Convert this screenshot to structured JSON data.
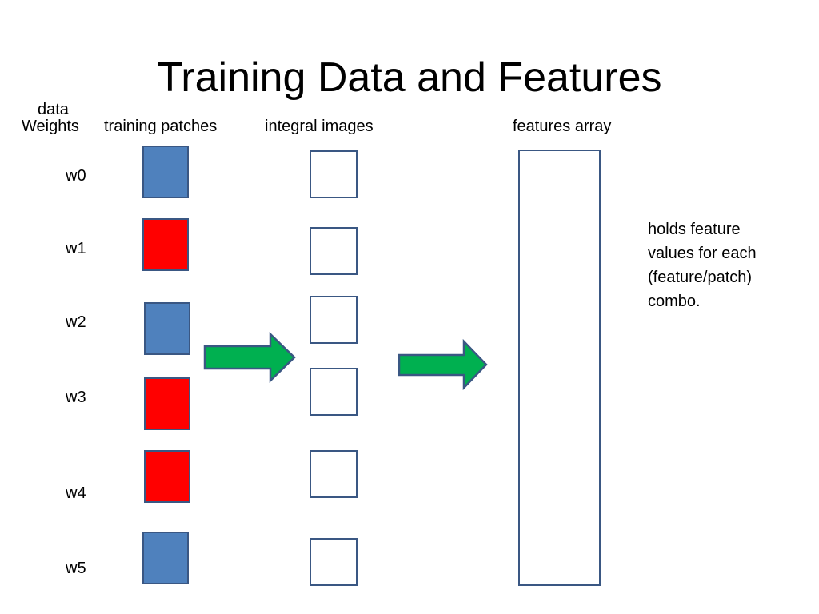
{
  "title": "Training Data and Features",
  "headers": {
    "weights_top": "data",
    "weights": "Weights",
    "patches": "training patches",
    "integral": "integral images",
    "features": "features array"
  },
  "weights": [
    "w0",
    "w1",
    "w2",
    "w3",
    "w4",
    "w5"
  ],
  "patches": [
    {
      "label": "w0",
      "color": "#4f81bd"
    },
    {
      "label": "w1",
      "color": "#ff0000"
    },
    {
      "label": "w2",
      "color": "#4f81bd"
    },
    {
      "label": "w3",
      "color": "#ff0000"
    },
    {
      "label": "w4",
      "color": "#ff0000"
    },
    {
      "label": "w5",
      "color": "#4f81bd"
    }
  ],
  "note_lines": [
    "holds feature",
    "values for each",
    "(feature/patch)",
    "combo."
  ],
  "colors": {
    "blue_patch": "#4f81bd",
    "red_patch": "#ff0000",
    "outline": "#3a5783",
    "arrow_fill": "#00b050",
    "arrow_stroke": "#3a5783"
  }
}
